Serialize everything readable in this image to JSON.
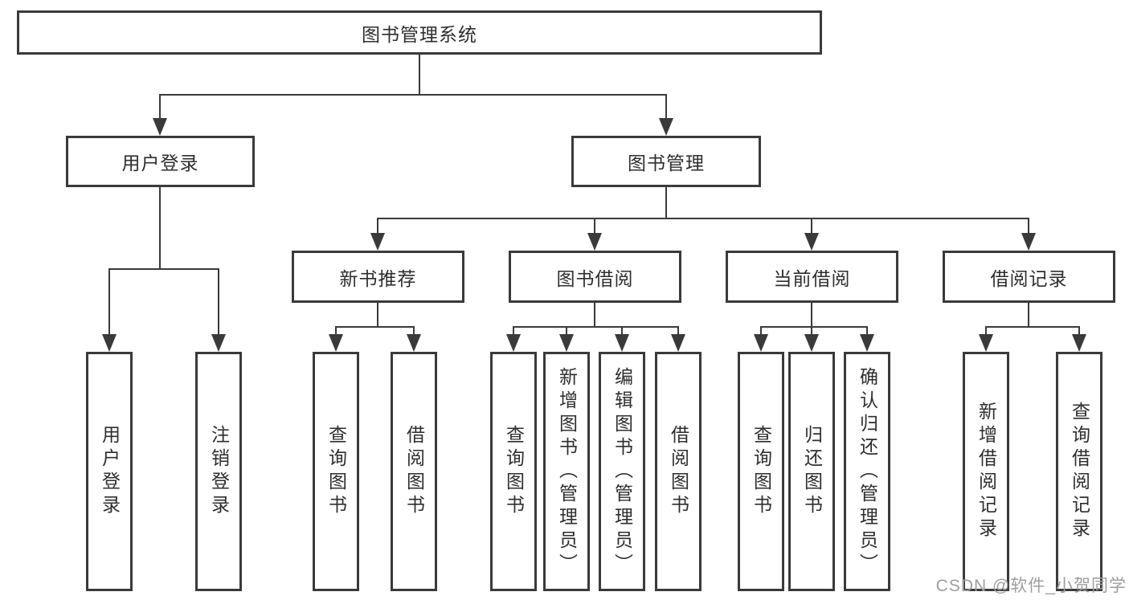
{
  "tree": {
    "root": "图书管理系统",
    "level2": [
      "用户登录",
      "图书管理"
    ],
    "level3": [
      "新书推荐",
      "图书借阅",
      "当前借阅",
      "借阅记录"
    ],
    "leaves_user": [
      "用户登录",
      "注销登录"
    ],
    "leaves_recommend": [
      "查询图书",
      "借阅图书"
    ],
    "leaves_borrow": [
      "查询图书",
      "新增图书（管理员）",
      "编辑图书（管理员）",
      "借阅图书"
    ],
    "leaves_current": [
      "查询图书",
      "归还图书",
      "确认归还（管理员）"
    ],
    "leaves_records": [
      "新增借阅记录",
      "查询借阅记录"
    ]
  },
  "watermark": "CSDN @软件_小贺同学",
  "colors": {
    "line": "#3a3a3a",
    "text": "#2e2e2e",
    "watermark": "#9e9e9e",
    "background": "#ffffff"
  }
}
